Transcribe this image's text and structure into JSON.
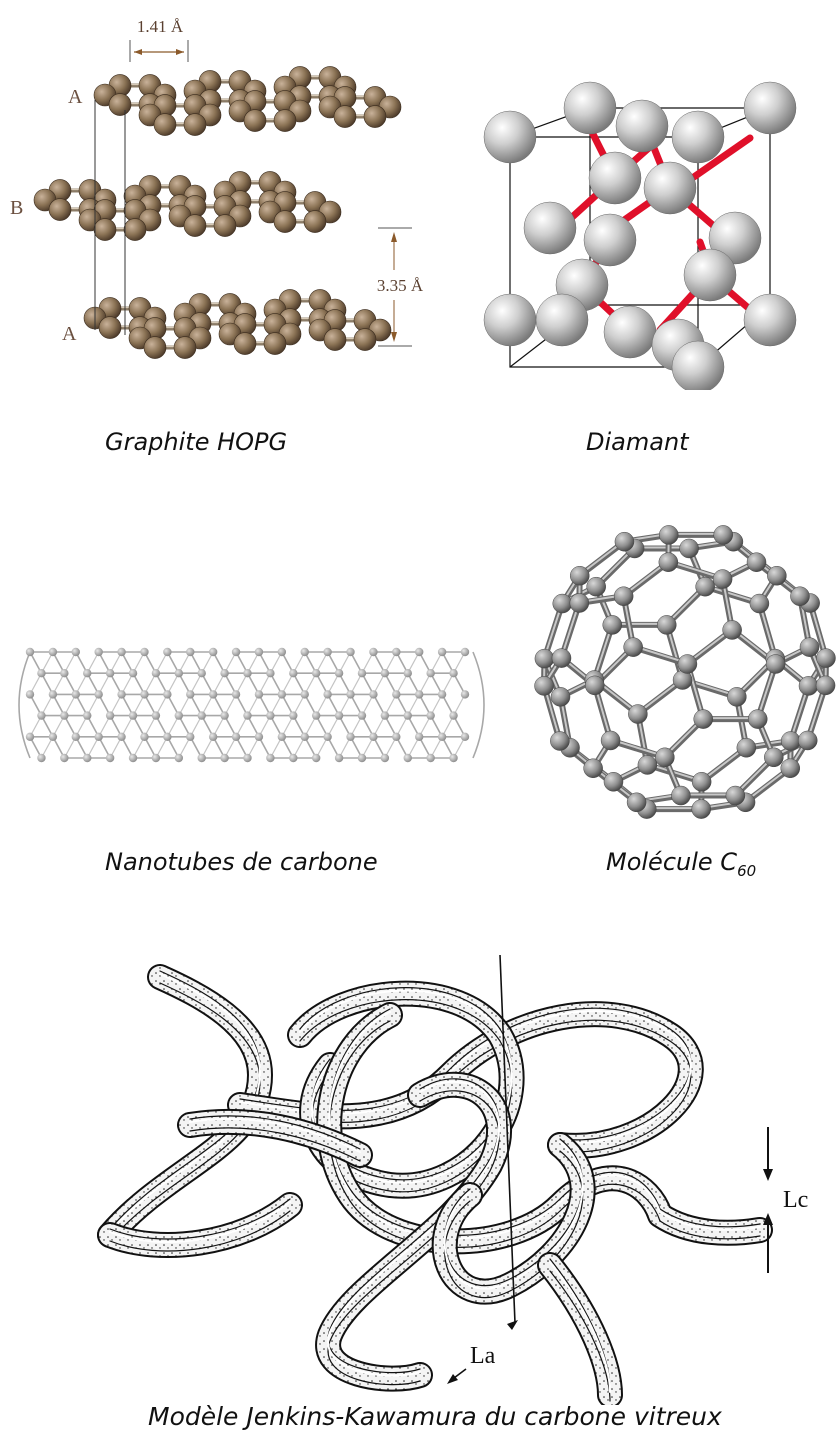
{
  "graphite": {
    "bond_length": "1.41 Å",
    "interlayer": "3.35 Å",
    "layer_labels": [
      "A",
      "B",
      "A"
    ],
    "caption": "Graphite HOPG",
    "atom_color": "#8b7355",
    "atom_dark": "#4a3828"
  },
  "diamond": {
    "caption": "Diamant",
    "bond_color": "#e0102a",
    "atom_color": "#c8c8c8"
  },
  "nanotube": {
    "caption": "Nanotubes de carbone"
  },
  "c60": {
    "caption_main": "Molécule C",
    "caption_sub": "60"
  },
  "glassy_carbon": {
    "label_lc": "Lc",
    "label_la": "La",
    "caption": "Modèle Jenkins-Kawamura du carbone vitreux"
  }
}
